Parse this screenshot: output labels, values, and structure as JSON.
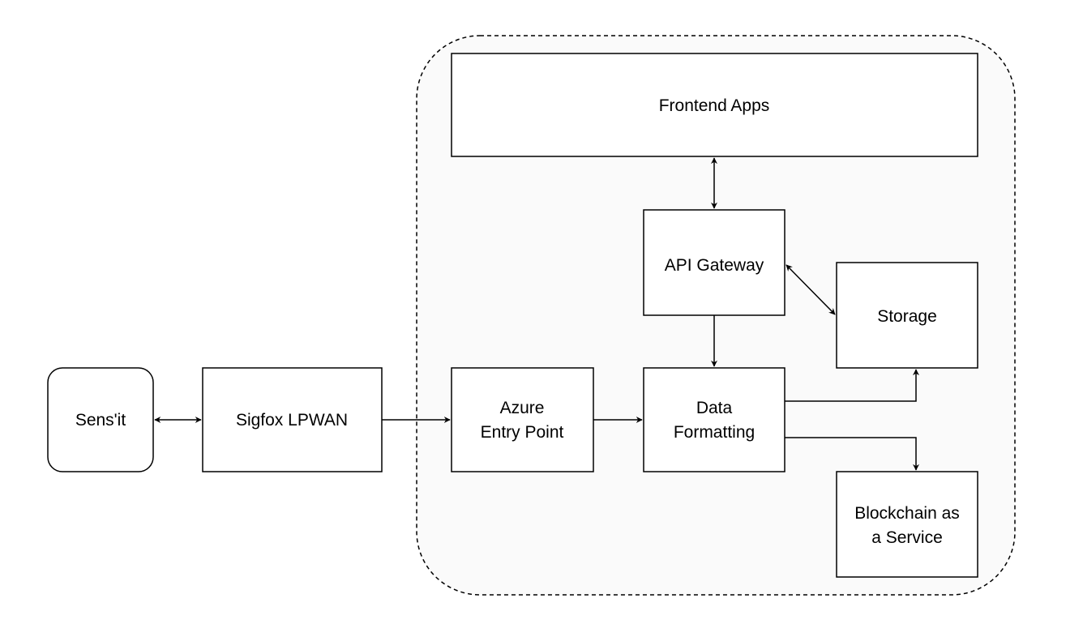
{
  "diagram": {
    "nodes": {
      "sensit": {
        "label": "Sens'it"
      },
      "sigfox": {
        "label": "Sigfox LPWAN"
      },
      "azure": {
        "label_lines": [
          "Azure",
          "Entry Point"
        ]
      },
      "formatting": {
        "label_lines": [
          "Data",
          "Formatting"
        ]
      },
      "gateway": {
        "label": "API Gateway"
      },
      "frontend": {
        "label": "Frontend Apps"
      },
      "storage": {
        "label": "Storage"
      },
      "blockchain": {
        "label_lines": [
          "Blockchain as",
          "a Service"
        ]
      }
    },
    "edges": [
      {
        "from": "sensit",
        "to": "sigfox",
        "direction": "both"
      },
      {
        "from": "sigfox",
        "to": "azure",
        "direction": "forward"
      },
      {
        "from": "azure",
        "to": "formatting",
        "direction": "forward"
      },
      {
        "from": "gateway",
        "to": "formatting",
        "direction": "forward"
      },
      {
        "from": "frontend",
        "to": "gateway",
        "direction": "both"
      },
      {
        "from": "gateway",
        "to": "storage",
        "direction": "both"
      },
      {
        "from": "formatting",
        "to": "storage",
        "direction": "forward"
      },
      {
        "from": "formatting",
        "to": "blockchain",
        "direction": "forward"
      }
    ],
    "colors": {
      "stroke": "#000000",
      "background": "#ffffff",
      "group_fill": "#fafafa"
    }
  }
}
